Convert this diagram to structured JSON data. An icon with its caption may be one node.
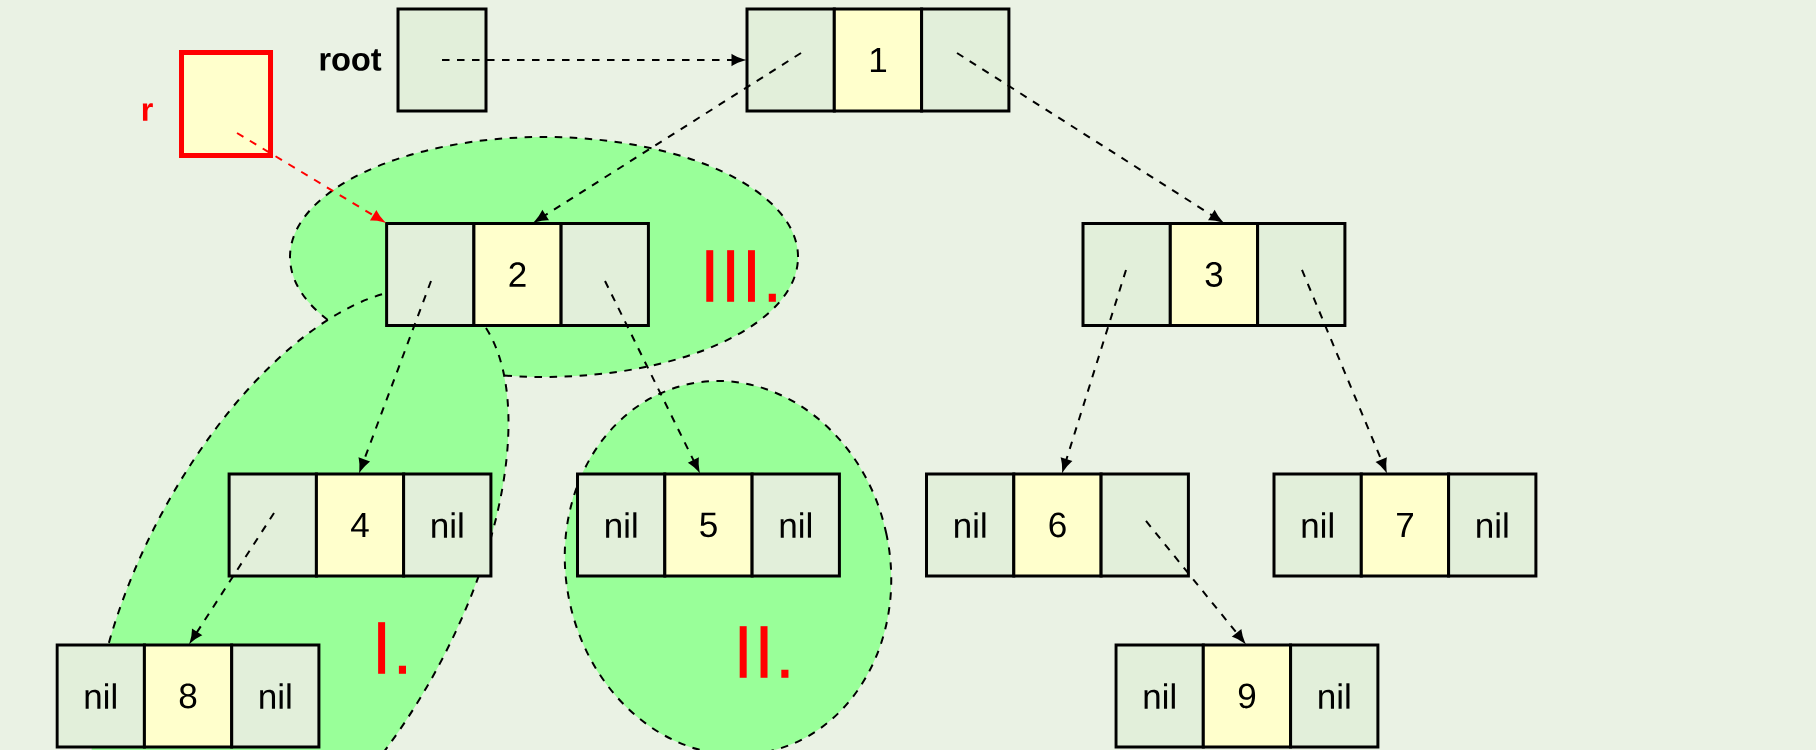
{
  "diagram": {
    "nodes": [
      {
        "text": [
          "root"
        ]
      },
      {
        "text": [
          "r"
        ]
      },
      {
        "text": [
          "III."
        ]
      },
      {
        "text": [
          "I."
        ]
      },
      {
        "text": [
          "II."
        ]
      },
      {
        "text": [
          "1"
        ]
      },
      {
        "text": [
          "2"
        ],
        "in": 2
      },
      {
        "text": [
          "3"
        ]
      },
      {
        "text": [
          "4",
          "nil"
        ],
        "in": 3
      },
      {
        "text": [
          "nil",
          "5",
          "nil"
        ],
        "in": 4
      },
      {
        "text": [
          "nil",
          "6"
        ]
      },
      {
        "text": [
          "nil",
          "7",
          "nil"
        ]
      },
      {
        "text": [
          "nil",
          "8",
          "nil"
        ],
        "in": 3
      },
      {
        "text": [
          "nil",
          "9",
          "nil"
        ]
      }
    ],
    "edges": [
      {
        "from": 0,
        "to": 5,
        "arrow": "to",
        "style": "dashed"
      },
      {
        "from": 1,
        "to": 6,
        "arrow": "to",
        "style": "dashed",
        "color": "#ff0000"
      },
      {
        "from": 5,
        "to": 6,
        "arrow": "to",
        "style": "dashed"
      },
      {
        "from": 5,
        "to": 7,
        "arrow": "to",
        "style": "dashed"
      },
      {
        "from": 6,
        "to": 8,
        "arrow": "to",
        "style": "dashed"
      },
      {
        "from": 6,
        "to": 9,
        "arrow": "to",
        "style": "dashed"
      },
      {
        "from": 7,
        "to": 10,
        "arrow": "to",
        "style": "dashed"
      },
      {
        "from": 7,
        "to": 11,
        "arrow": "to",
        "style": "dashed"
      },
      {
        "from": 8,
        "to": 12,
        "arrow": "to",
        "style": "dashed"
      },
      {
        "from": 10,
        "to": 13,
        "arrow": "to",
        "style": "dashed"
      }
    ]
  }
}
